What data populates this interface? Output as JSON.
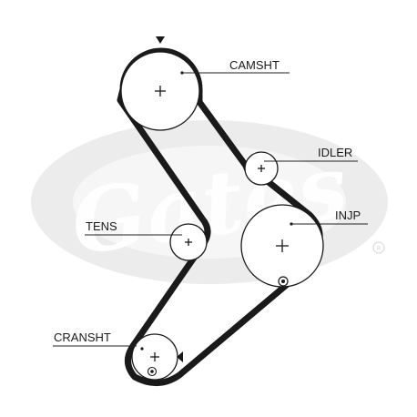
{
  "labels": {
    "camshaft": "CAMSHT",
    "idler": "IDLER",
    "injection_pump": "INJP",
    "tensioner": "TENS",
    "crankshaft": "CRANSHT"
  },
  "watermark": {
    "brand": "Gates",
    "registered": "®"
  },
  "colors": {
    "belt": "#1a1a1a",
    "watermark": "#ebebeb",
    "text": "#1a1a1a"
  }
}
